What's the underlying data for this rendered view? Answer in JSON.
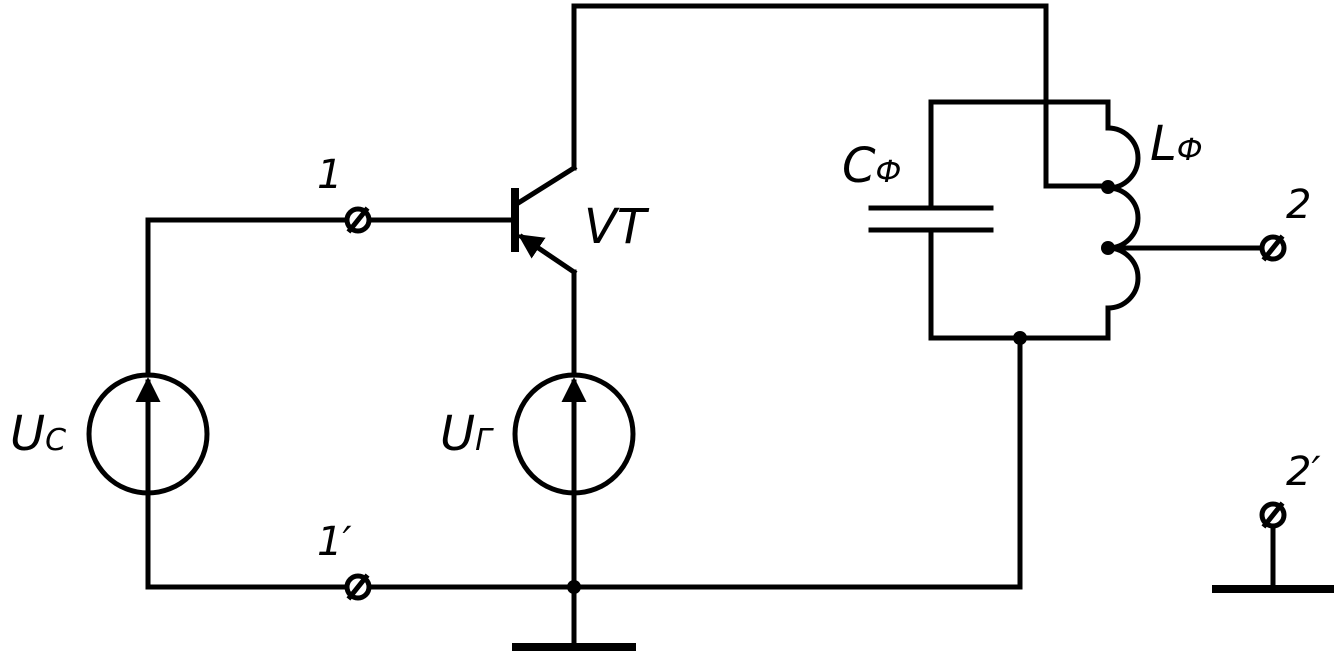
{
  "labels": {
    "terminal_1": "1",
    "terminal_1_prime": "1′",
    "terminal_2": "2",
    "terminal_2_prime": "2′",
    "transistor": "VT",
    "source_signal": {
      "symbol": "U",
      "subscript": "C"
    },
    "source_generator": {
      "symbol": "U",
      "subscript": "Г"
    },
    "capacitor": {
      "symbol": "C",
      "subscript": "Ф"
    },
    "inductor": {
      "symbol": "L",
      "subscript": "Ф"
    }
  }
}
